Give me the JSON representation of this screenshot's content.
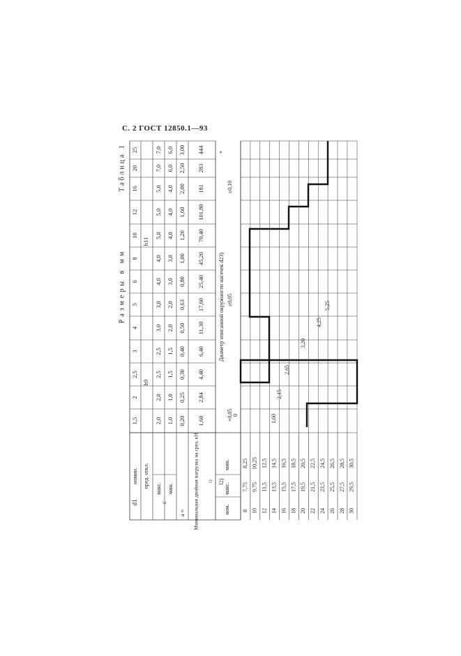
{
  "header": {
    "page_ref": "С. 2 ГОСТ 12850.1—93"
  },
  "table": {
    "caption": "Таблица 1",
    "units": "Размеры в мм",
    "label_d1": "d1",
    "label_nomin": "номин.",
    "label_pred": "пред. откл.",
    "label_c": "c",
    "label_maks": "макс.",
    "label_min": "мин.",
    "label_a": "a ≈",
    "label_load": "Минимальная двойная нагрузка на срез, кН",
    "label_load_sup": "1)",
    "label_l": "l",
    "label_l_sup": "2)",
    "label_nom": "ном.",
    "label_diam": "Диаметр описанной окружности насечек d2",
    "label_diam_sup": "3)",
    "tol_h9": "h9",
    "tol_h11": "h11",
    "tol_plus005_a": "+0,05",
    "tol_plus005_b": "0",
    "tol_pm005": "±0,05",
    "tol_pm010": "±0,10",
    "plus_sign": "+",
    "d1": [
      "1,5",
      "2",
      "2,5",
      "3",
      "4",
      "5",
      "6",
      "8",
      "10",
      "12",
      "16",
      "20",
      "25"
    ],
    "c_max": [
      "2,0",
      "2,0",
      "2,5",
      "2,5",
      "3,0",
      "3,0",
      "4,0",
      "4,0",
      "5,0",
      "5,0",
      "5,0",
      "7,0",
      "7,0"
    ],
    "c_min": [
      "1,0",
      "1,0",
      "1,5",
      "1,5",
      "2,0",
      "2,0",
      "3,0",
      "3,0",
      "4,0",
      "4,0",
      "4,0",
      "6,0",
      "6,0"
    ],
    "a": [
      "0,20",
      "0,25",
      "0,30",
      "0,40",
      "0,50",
      "0,63",
      "0,80",
      "1,00",
      "1,20",
      "1,60",
      "2,00",
      "2,50",
      "3,00"
    ],
    "load": [
      "1,60",
      "2,84",
      "4,40",
      "6,40",
      "11,30",
      "17,60",
      "25,40",
      "45,20",
      "70,40",
      "101,80",
      "181",
      "283",
      "444"
    ],
    "l_rows": [
      {
        "nom": "8",
        "min": "7,75",
        "max": "8,25"
      },
      {
        "nom": "10",
        "min": "9,75",
        "max": "10,25"
      },
      {
        "nom": "12",
        "min": "11,5",
        "max": "12,5"
      },
      {
        "nom": "14",
        "min": "13,5",
        "max": "14,5"
      },
      {
        "nom": "16",
        "min": "15,5",
        "max": "16,5"
      },
      {
        "nom": "18",
        "min": "17,5",
        "max": "18,5"
      },
      {
        "nom": "20",
        "min": "19,5",
        "max": "20,5"
      },
      {
        "nom": "22",
        "min": "21,5",
        "max": "22,5"
      },
      {
        "nom": "24",
        "min": "23,5",
        "max": "24,5"
      },
      {
        "nom": "26",
        "min": "25,5",
        "max": "26,5"
      },
      {
        "nom": "28",
        "min": "27,5",
        "max": "28,5"
      },
      {
        "nom": "30",
        "min": "29,5",
        "max": "30,5"
      }
    ],
    "d2_values": [
      "1,60",
      "2,15",
      "2,65",
      "3,20",
      "4,25",
      "5,25"
    ]
  }
}
